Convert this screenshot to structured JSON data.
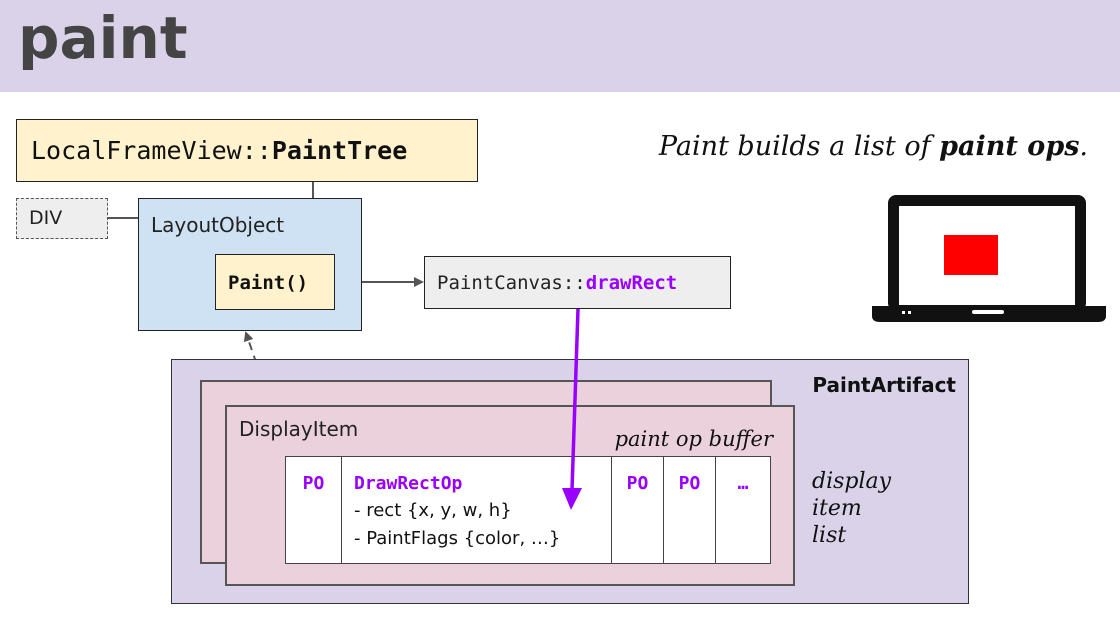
{
  "title": "paint",
  "boxes": {
    "paint_tree": {
      "prefix": "LocalFrameView::",
      "method": "PaintTree"
    },
    "div": "DIV",
    "layout_object": "LayoutObject",
    "paint_method": {
      "name": "Paint",
      "parens": "()"
    },
    "draw_rect": {
      "prefix": "PaintCanvas::",
      "method": "drawRect"
    },
    "paint_artifact": "PaintArtifact",
    "display_item": "DisplayItem",
    "paint_op_buffer": "paint op buffer"
  },
  "headline": {
    "prefix": "Paint builds a list of ",
    "emphasis": "paint ops",
    "suffix": "."
  },
  "display_list_cells": {
    "po1": "PO",
    "op_name": "DrawRectOp",
    "op_line1": "- rect {x, y, w, h}",
    "op_line2": "- PaintFlags {color, …}",
    "po2": "PO",
    "po3": "PO",
    "ellipsis": "…"
  },
  "side_label": [
    "display",
    "item",
    "list"
  ],
  "colors": {
    "banner": "#d9d2e9",
    "yellow_box": "#fff2cc",
    "blue_box": "#cfe2f3",
    "gray_box": "#eeeeee",
    "pink_box": "#ead1dc",
    "accent_purple": "#9900ff",
    "screen_rect": "#ff0000"
  },
  "icons": [
    "laptop-icon"
  ]
}
